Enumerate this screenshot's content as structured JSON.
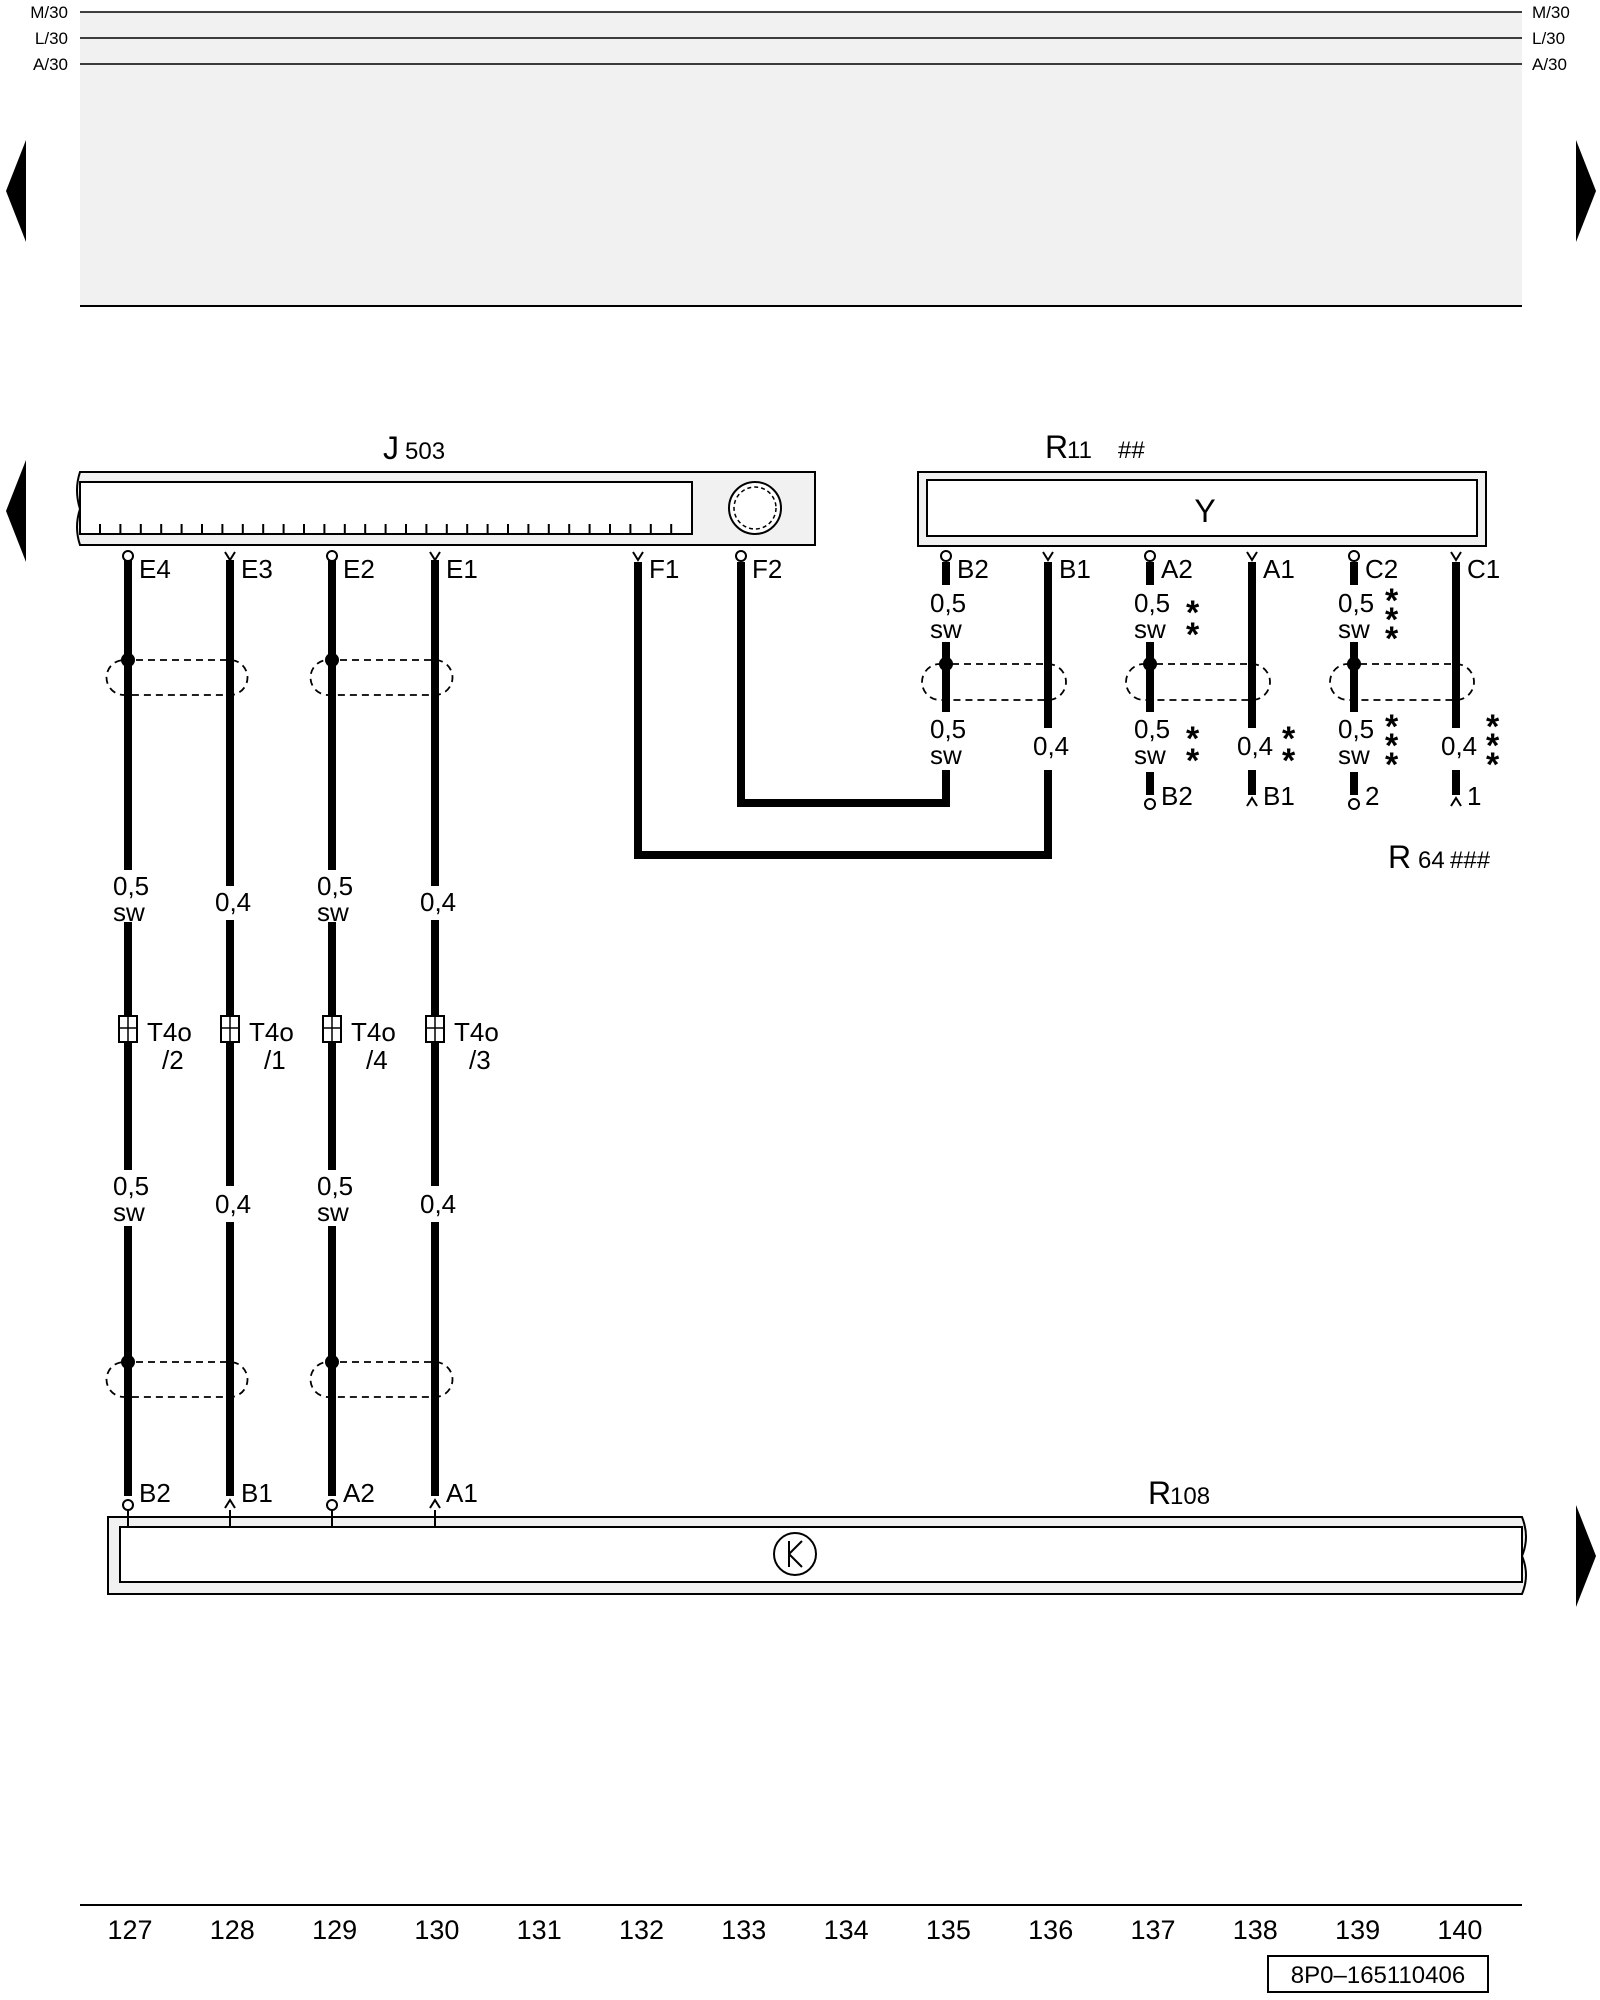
{
  "bus_lines": [
    "M/30",
    "L/30",
    "A/30"
  ],
  "components": {
    "j503": {
      "letter": "J",
      "number": "503"
    },
    "r11": {
      "letter": "R",
      "number": "11",
      "suffix": "##",
      "symbol": "Y"
    },
    "r64": {
      "letter": "R",
      "number": "64",
      "suffix": "###"
    },
    "r108": {
      "letter": "R",
      "number": "108"
    }
  },
  "j503_pins": [
    "E4",
    "E3",
    "E2",
    "E1",
    "F1",
    "F2"
  ],
  "r11_pins": [
    "B2",
    "B1",
    "A2",
    "A1",
    "C2",
    "C1"
  ],
  "r64_pins": [
    "B2",
    "B1",
    "2",
    "1"
  ],
  "r108_pins": [
    "B2",
    "B1",
    "A2",
    "A1"
  ],
  "wire_labels": {
    "j503_upper": [
      [
        "0,5",
        "sw"
      ],
      [
        "0,4",
        ""
      ],
      [
        "0,5",
        "sw"
      ],
      [
        "0,4",
        ""
      ]
    ],
    "j503_lower": [
      [
        "0,5",
        "sw"
      ],
      [
        "0,4",
        ""
      ],
      [
        "0,5",
        "sw"
      ],
      [
        "0,4",
        ""
      ]
    ],
    "r11_upper": [
      [
        "0,5",
        "sw"
      ],
      [
        "0,5",
        "sw"
      ],
      [
        "0,5",
        "sw"
      ]
    ],
    "r11_lower": [
      [
        "0,5",
        "sw"
      ],
      [
        "0,4",
        ""
      ],
      [
        "0,5",
        "sw"
      ],
      [
        "0,4",
        ""
      ],
      [
        "0,5",
        "sw"
      ],
      [
        "0,4",
        ""
      ]
    ]
  },
  "connectors": [
    {
      "name": "T4o",
      "pin": "/2"
    },
    {
      "name": "T4o",
      "pin": "/1"
    },
    {
      "name": "T4o",
      "pin": "/4"
    },
    {
      "name": "T4o",
      "pin": "/3"
    }
  ],
  "footnote_marks": {
    "double": "* *",
    "triple": "* * *"
  },
  "current_track_numbers": [
    "127",
    "128",
    "129",
    "130",
    "131",
    "132",
    "133",
    "134",
    "135",
    "136",
    "137",
    "138",
    "139",
    "140"
  ],
  "diagram_code": "8P0–165110406",
  "colors": {
    "line": "#000000",
    "background": "#ffffff",
    "shaded": "#f1f1f1"
  }
}
